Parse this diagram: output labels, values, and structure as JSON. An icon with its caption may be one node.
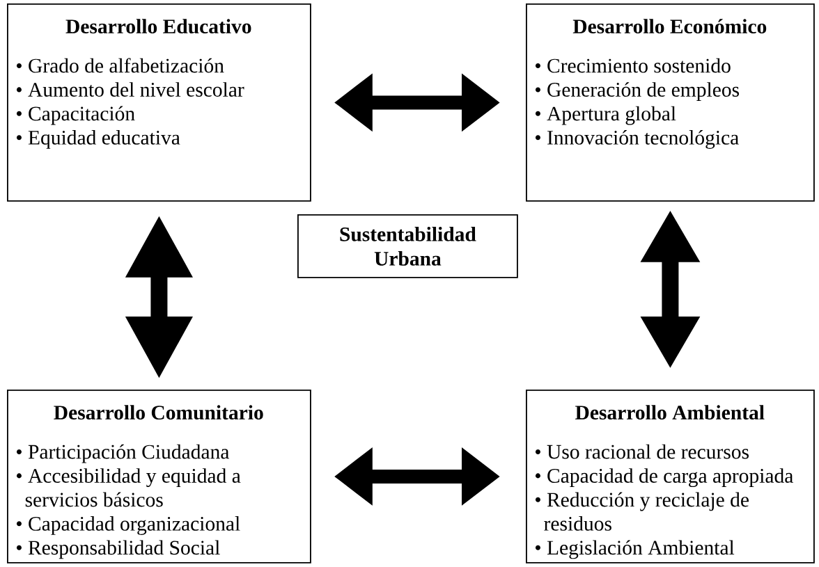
{
  "diagram": {
    "nodes": [
      {
        "text": [
          "Desarrollo Educativo",
          "• Grado de alfabetización",
          "• Aumento del nivel escolar",
          "• Capacitación",
          "• Equidad educativa"
        ]
      },
      {
        "text": [
          "Desarrollo Económico",
          "• Crecimiento sostenido",
          "• Generación de empleos",
          "• Apertura global",
          "• Innovación tecnológica"
        ]
      },
      {
        "text": [
          "Sustentabilidad Urbana"
        ]
      },
      {
        "text": [
          "Desarrollo Comunitario",
          "• Participación Ciudadana",
          "• Accesibilidad y equidad a servicios básicos",
          "• Capacidad organizacional",
          "• Responsabilidad Social"
        ]
      },
      {
        "text": [
          "Desarrollo Ambiental",
          "• Uso racional de recursos",
          "• Capacidad de carga apropiada",
          "• Reducción y reciclaje de residuos",
          "• Legislación Ambiental"
        ]
      }
    ],
    "edges": [
      {
        "from": 0,
        "to": 1,
        "arrow": "both"
      },
      {
        "from": 0,
        "to": 3,
        "arrow": "both"
      },
      {
        "from": 1,
        "to": 4,
        "arrow": "both"
      },
      {
        "from": 3,
        "to": 4,
        "arrow": "both"
      }
    ]
  }
}
